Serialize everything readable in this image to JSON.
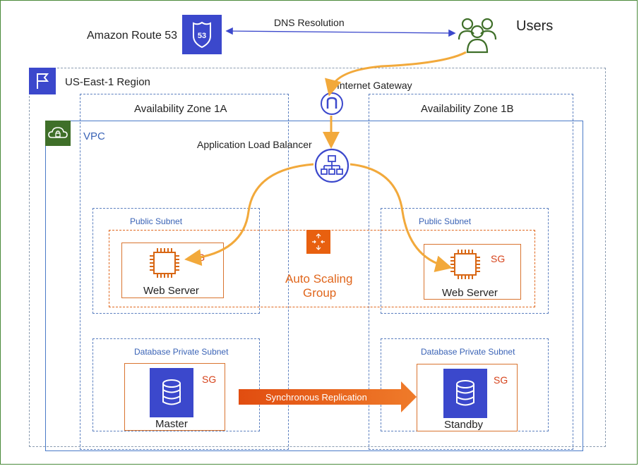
{
  "route53": {
    "label": "Amazon Route 53",
    "badge": "53"
  },
  "dns": {
    "label": "DNS Resolution"
  },
  "users": {
    "label": "Users"
  },
  "region": {
    "label": "US-East-1 Region"
  },
  "igw": {
    "label": "Internet Gateway"
  },
  "az": {
    "a": "Availability Zone 1A",
    "b": "Availability Zone 1B"
  },
  "vpc": {
    "label": "VPC"
  },
  "alb": {
    "label": "Application Load Balancer"
  },
  "public_subnet": {
    "a": "Public Subnet",
    "b": "Public Subnet"
  },
  "asg": {
    "line1": "Auto Scaling",
    "line2": "Group"
  },
  "web": {
    "a": "Web Server",
    "b": "Web Server",
    "sg": "SG"
  },
  "db_subnet": {
    "a": "Database Private Subnet",
    "b": "Database Private Subnet"
  },
  "db": {
    "master": "Master",
    "standby": "Standby",
    "sg": "SG"
  },
  "replication": {
    "label": "Synchronous Replication"
  },
  "colors": {
    "aws_blue": "#3b48cc",
    "ec2_orange": "#d86613",
    "flow_gold": "#f2a93b",
    "vpc_green": "#3f6f29"
  }
}
